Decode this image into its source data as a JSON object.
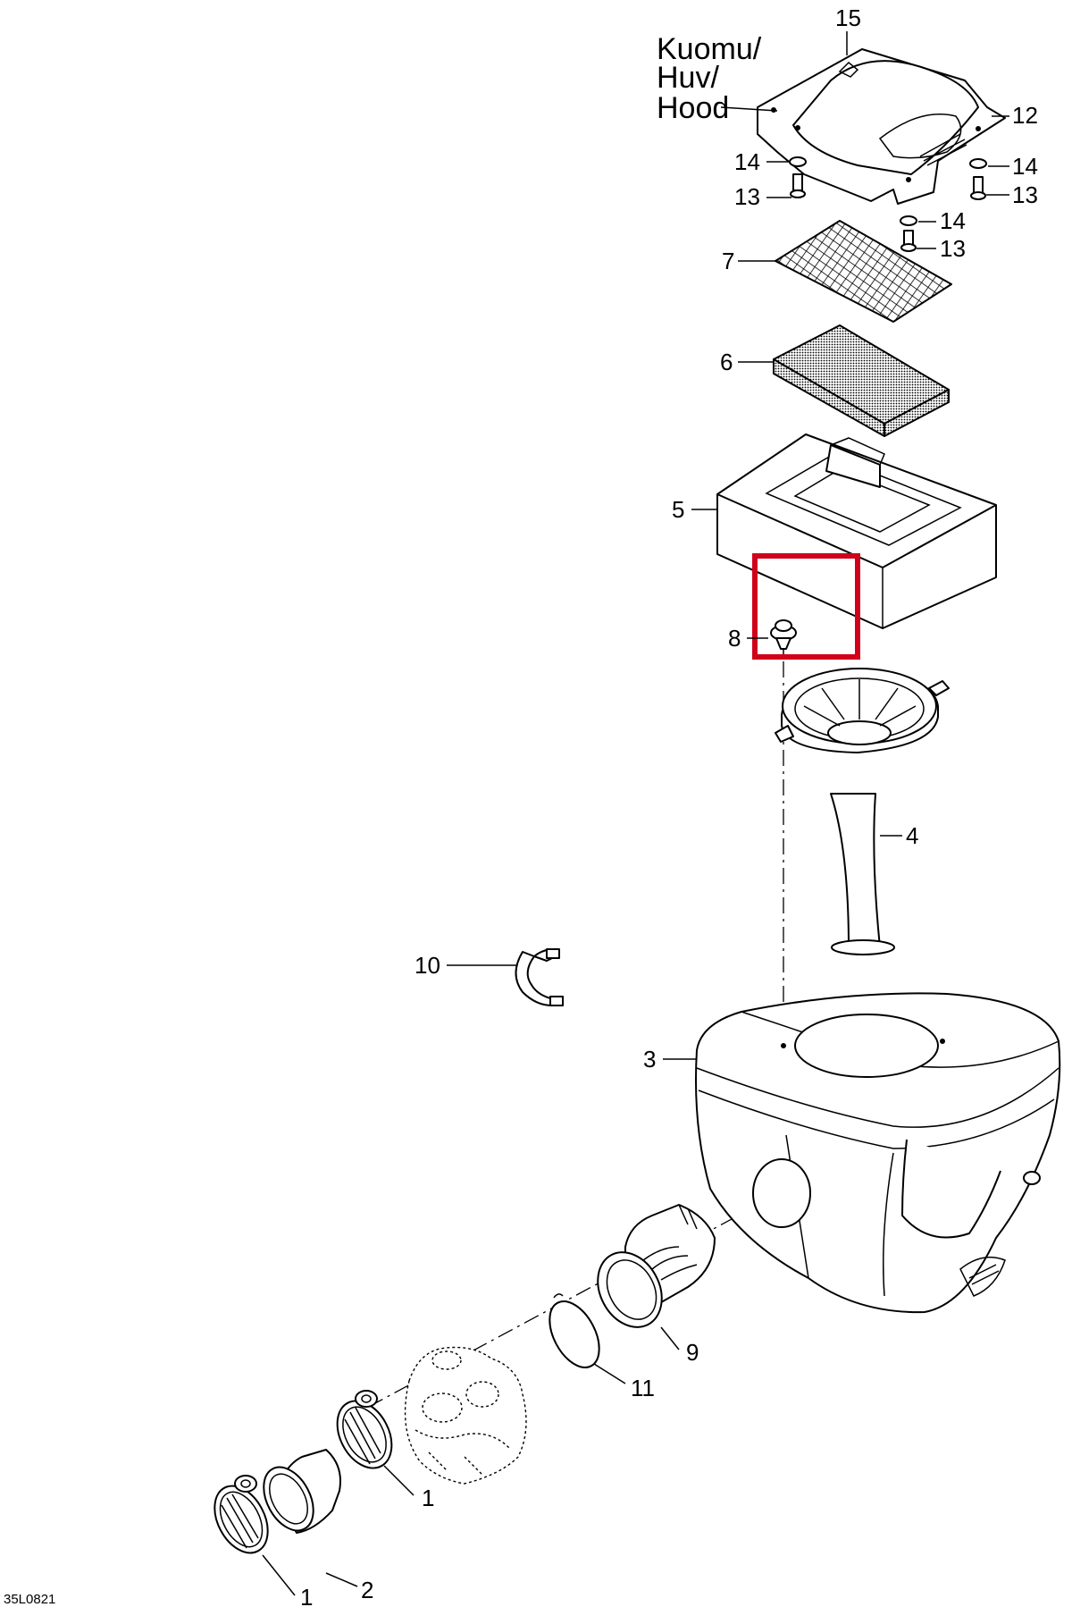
{
  "diagram": {
    "hood_label_lines": [
      "Kuomu/",
      "Huv/",
      "Hood"
    ],
    "callouts": {
      "c15": "15",
      "c12": "12",
      "c14_left": "14",
      "c14_right": "14",
      "c14_mid": "14",
      "c13_left": "13",
      "c13_right": "13",
      "c13_mid": "13",
      "c7": "7",
      "c6": "6",
      "c5": "5",
      "c8": "8",
      "c4": "4",
      "c10": "10",
      "c3": "3",
      "c9": "9",
      "c11": "11",
      "c1_upper": "1",
      "c2": "2",
      "c1_lower": "1"
    },
    "drawing_code": "35L0821",
    "highlight_color": "#d0021b"
  }
}
